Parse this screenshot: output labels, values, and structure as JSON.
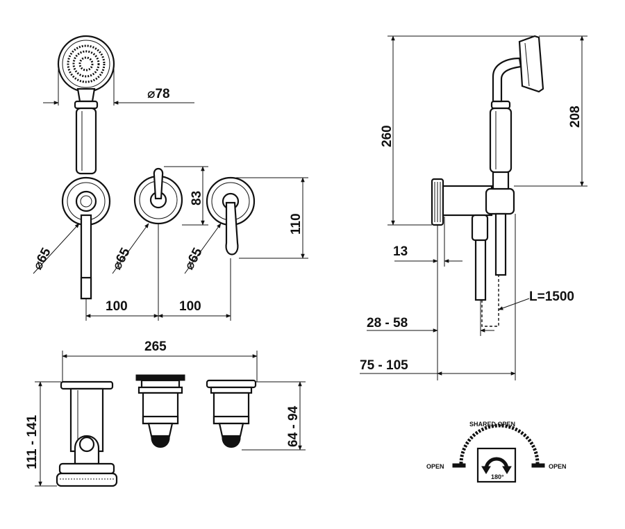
{
  "colors": {
    "ink": "#111111",
    "background": "#ffffff"
  },
  "dimensions": {
    "shower_diameter": "⌀78",
    "rosette_diameter_1": "⌀65",
    "rosette_diameter_2": "⌀65",
    "rosette_diameter_3": "⌀65",
    "lever_height": "83",
    "rosette_height": "110",
    "spacing_left": "100",
    "spacing_right": "100",
    "overall_width": "265",
    "height_range_left": "111 - 141",
    "height_range_right": "64 - 94",
    "side_total_height": "260",
    "side_shower_height": "208",
    "side_offset": "13",
    "hose_length": "L=1500",
    "side_range_1": "28 - 58",
    "side_range_2": "75 - 105"
  },
  "rotation_legend": {
    "top_label": "SHARED OPEN",
    "left_label": "OPEN",
    "right_label": "OPEN",
    "angle_label": "180°"
  }
}
